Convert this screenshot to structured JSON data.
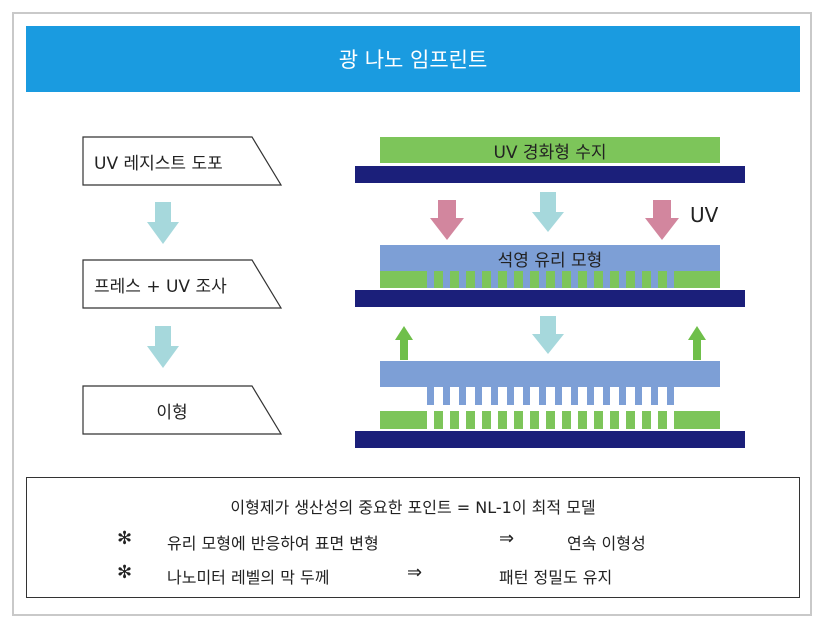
{
  "title": "광 나노 임프린트",
  "steps": [
    {
      "label": "UV 레지스트 도포"
    },
    {
      "label": "프레스 + UV 조사"
    },
    {
      "label": "이형"
    }
  ],
  "diagram": {
    "resin_label": "UV 경화형 수지",
    "uv_label": "UV",
    "mold_label": "석영 유리 모형"
  },
  "notes": {
    "headline": "이형제가 생산성의 중요한 포인트 = NL-1이 최적 모델",
    "bullet_symbol": "✻",
    "items": [
      {
        "cause": "유리 모형에 반응하여 표면 변형",
        "arrow": "⇒",
        "effect": "연속 이형성"
      },
      {
        "cause": "나노미터 레벨의 막 두께",
        "arrow": "⇒",
        "effect": "패턴 정밀도 유지"
      }
    ]
  },
  "colors": {
    "title_bg": "#1a9be0",
    "substrate": "#1b1f7a",
    "resin": "#7dc55a",
    "mold": "#7d9fd6",
    "uv_arrow": "#d2869e",
    "press_arrow": "#a6d8dc",
    "release_arrow": "#6fbf4a"
  }
}
